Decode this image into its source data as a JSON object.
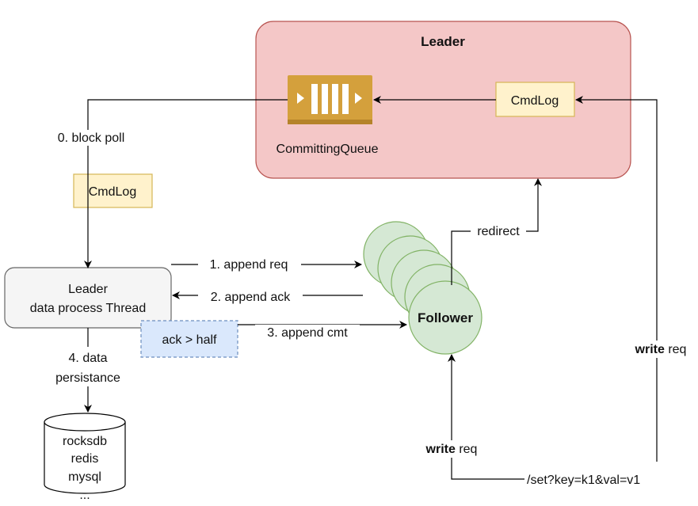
{
  "leader": {
    "title": "Leader"
  },
  "committing_queue": {
    "label": "CommittingQueue",
    "icon": "message-queue-icon"
  },
  "cmdlog_leader": {
    "label": "CmdLog"
  },
  "cmdlog_poll": {
    "label": "CmdLog"
  },
  "block_poll": {
    "label": "0. block poll"
  },
  "data_thread": {
    "line1": "Leader",
    "line2": "data process Thread"
  },
  "ack_half": {
    "label": "ack > half"
  },
  "follower": {
    "label": "Follower"
  },
  "edges": {
    "append_req": "1. append req",
    "append_ack": "2. append ack",
    "append_cmt": "3. append cmt",
    "redirect": "redirect",
    "persist_line1": "4. data",
    "persist_line2": "persistance"
  },
  "write_req_right": {
    "bold": "write",
    "rest": " req"
  },
  "write_req_bottom": {
    "bold": "write",
    "rest": " req"
  },
  "request_url": {
    "label": "/set?key=k1&val=v1"
  },
  "database": {
    "items": [
      "rocksdb",
      "redis",
      "mysql",
      "..."
    ]
  },
  "colors": {
    "leader_fill": "#f4c7c7",
    "leader_stroke": "#b85450",
    "cmdlog_fill": "#fff2cc",
    "cmdlog_stroke": "#d6b656",
    "queue_fill": "#d4a03c",
    "follower_fill": "#d5e8d4",
    "follower_stroke": "#82b366",
    "ack_fill": "#dae8fc",
    "ack_stroke": "#6c8ebf",
    "thread_fill": "#f5f5f5",
    "thread_stroke": "#666666"
  }
}
